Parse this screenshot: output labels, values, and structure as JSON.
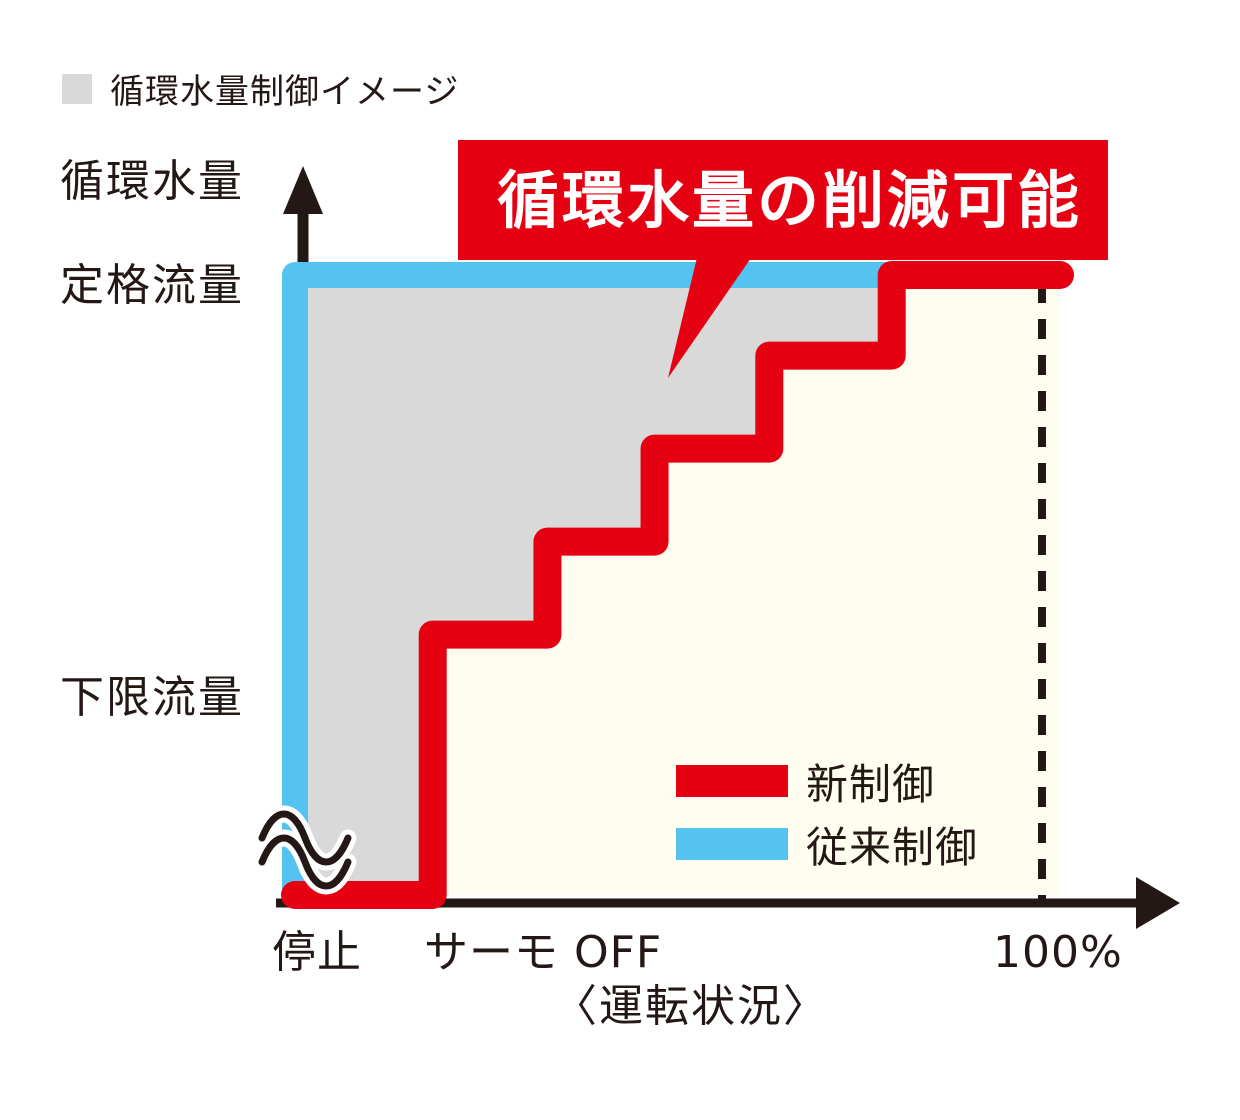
{
  "figure": {
    "background_color": "#ffffff",
    "top_legend": {
      "swatch_color": "#d9d9d9",
      "label": "循環水量制御イメージ"
    },
    "callout": {
      "text": "循環水量の削減可能",
      "background_color": "#e50012",
      "text_color": "#ffffff"
    },
    "axes": {
      "y_title": "循環水量",
      "x_title": "〈運転状況〉",
      "y_ticks": [
        "定格流量",
        "下限流量"
      ],
      "x_ticks": [
        "停止",
        "サーモ OFF",
        "100%"
      ],
      "axis_color": "#231815",
      "break_symbol": "axis-break-wave"
    },
    "series_legend": [
      {
        "label": "新制御",
        "color": "#e50012"
      },
      {
        "label": "従来制御",
        "color": "#55c3f0"
      }
    ]
  },
  "chart_data": {
    "type": "line",
    "title": "循環水量制御イメージ",
    "xlabel": "〈運転状況〉",
    "ylabel": "循環水量",
    "xlim": [
      0,
      100
    ],
    "ylim": [
      0,
      100
    ],
    "x_tick_values": [
      0,
      18,
      100
    ],
    "x_tick_labels": [
      "停止",
      "サーモ OFF",
      "100%"
    ],
    "y_tick_values": [
      0,
      42,
      100
    ],
    "y_tick_labels": [
      "",
      "下限流量",
      "定格流量"
    ],
    "grid": false,
    "legend_position": "inside-bottom-right",
    "annotations": [
      {
        "text": "循環水量の削減可能",
        "points_to": "gap between 新制御 and 従来制御",
        "color": "#e50012"
      }
    ],
    "shaded_region": {
      "label": "循環水量制御イメージ",
      "color": "#d9d9d9",
      "description": "Gray area between the conventional-control curve and the new-control step curve representing the reducible circulating water volume"
    },
    "series": [
      {
        "name": "従来制御",
        "color": "#55c3f0",
        "style": "step",
        "description": "Jumps to rated flow immediately at 停止 and stays at 定格流量 across the whole operating range",
        "points": [
          {
            "x": 0,
            "y": 0
          },
          {
            "x": 0,
            "y": 100
          },
          {
            "x": 100,
            "y": 100
          }
        ]
      },
      {
        "name": "新制御",
        "color": "#e50012",
        "style": "step",
        "description": "Stays at zero while stopped / thermo OFF, then rises in five discrete steps up to rated flow at 100%",
        "points": [
          {
            "x": 0,
            "y": 0
          },
          {
            "x": 18,
            "y": 0
          },
          {
            "x": 18,
            "y": 42
          },
          {
            "x": 33,
            "y": 42
          },
          {
            "x": 33,
            "y": 57
          },
          {
            "x": 47,
            "y": 57
          },
          {
            "x": 47,
            "y": 72
          },
          {
            "x": 62,
            "y": 72
          },
          {
            "x": 62,
            "y": 87
          },
          {
            "x": 78,
            "y": 87
          },
          {
            "x": 78,
            "y": 100
          },
          {
            "x": 100,
            "y": 100
          }
        ]
      }
    ],
    "reference_lines": [
      {
        "orientation": "vertical",
        "x": 100,
        "label": "100%",
        "style": "dashed",
        "color": "#231815"
      }
    ]
  }
}
